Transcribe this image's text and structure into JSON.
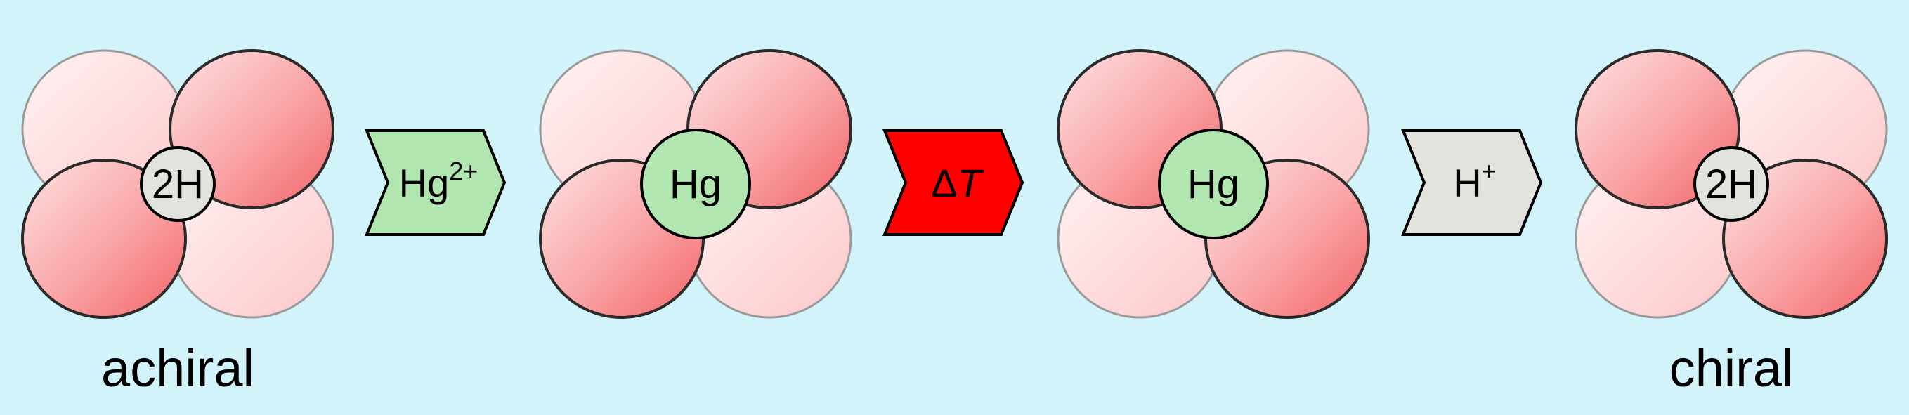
{
  "molecules": [
    {
      "center": "2H",
      "center_color": "#e2e3dd",
      "label": "achiral",
      "strong_lobes": [
        "ne",
        "sw"
      ]
    },
    {
      "center": "Hg",
      "center_color": "#b2e6b0",
      "label": "",
      "strong_lobes": [
        "ne",
        "sw"
      ]
    },
    {
      "center": "Hg",
      "center_color": "#b2e6b0",
      "label": "",
      "strong_lobes": [
        "nw",
        "se"
      ]
    },
    {
      "center": "2H",
      "center_color": "#e2e3dd",
      "label": "chiral",
      "strong_lobes": [
        "nw",
        "se"
      ]
    }
  ],
  "steps": [
    {
      "text": "Hg",
      "sup": "2+",
      "italic": "",
      "fill": "#b2e6b0",
      "text_color": "#000000"
    },
    {
      "text": "Δ",
      "sup": "",
      "italic": "T",
      "fill": "#ff0000",
      "text_color": "#000000"
    },
    {
      "text": "H",
      "sup": "+",
      "italic": "",
      "fill": "#e2e3dd",
      "text_color": "#000000"
    }
  ],
  "colors": {
    "background": "#d3f3fb",
    "lobe_strong_light": "#fbd0d0",
    "lobe_strong_dark": "#f46c6f",
    "lobe_faint_light": "#fff0f0",
    "lobe_faint_dark": "#fcc9cb"
  }
}
